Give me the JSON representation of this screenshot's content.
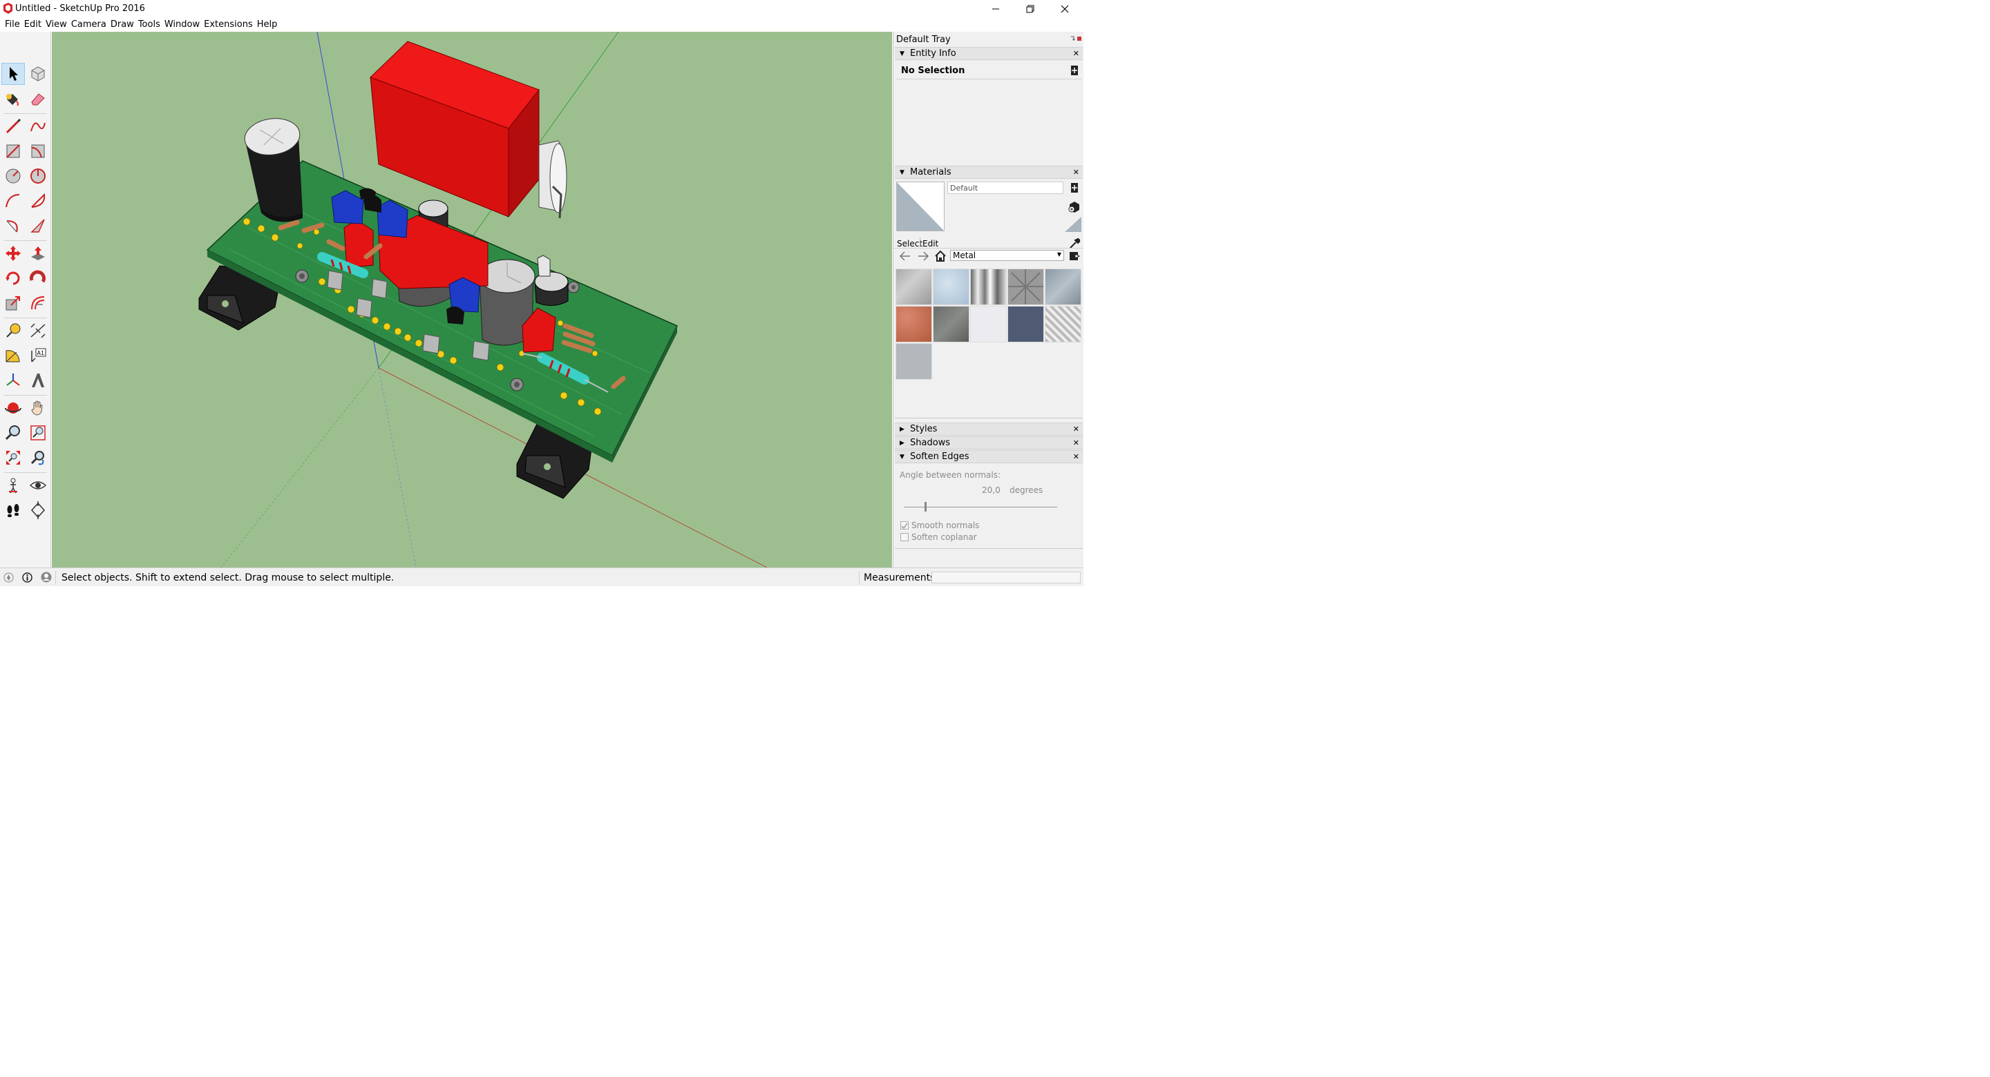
{
  "window": {
    "title": "Untitled - SketchUp Pro 2016"
  },
  "menu": [
    "File",
    "Edit",
    "View",
    "Camera",
    "Draw",
    "Tools",
    "Window",
    "Extensions",
    "Help"
  ],
  "colors": {
    "viewport_bg": "#9dbf8f",
    "pcb_green": "#2e8b46",
    "red_part": "#e11b1b",
    "blue_part": "#1f3cc9",
    "accent_selection": "#cce4f7"
  },
  "tray": {
    "title": "Default Tray",
    "entity_info": {
      "title": "Entity Info",
      "selection": "No Selection"
    },
    "materials": {
      "title": "Materials",
      "name_value": "Default",
      "tab_select": "Select",
      "tab_edit": "Edit",
      "library": "Metal"
    },
    "styles": {
      "title": "Styles"
    },
    "shadows": {
      "title": "Shadows"
    },
    "soften": {
      "title": "Soften Edges",
      "angle_label": "Angle between normals:",
      "angle_value": "20,0",
      "angle_unit": "degrees",
      "smooth_label": "Smooth normals",
      "coplanar_label": "Soften coplanar"
    }
  },
  "status": {
    "hint": "Select objects. Shift to extend select. Drag mouse to select multiple.",
    "measurements_label": "Measurements"
  },
  "tools": [
    "select-icon",
    "component-icon",
    "paint-bucket-icon",
    "eraser-icon",
    "pencil-icon",
    "freehand-icon",
    "rectangle-icon",
    "rotated-rectangle-icon",
    "circle-icon",
    "polygon-icon",
    "arc-icon",
    "pie-icon",
    "two-point-arc-icon",
    "three-point-arc-icon",
    "move-icon",
    "push-pull-icon",
    "rotate-icon",
    "follow-me-icon",
    "scale-icon",
    "offset-icon",
    "tape-measure-icon",
    "dimension-icon",
    "protractor-icon",
    "text-icon",
    "axes-icon",
    "3d-text-icon",
    "orbit-icon",
    "pan-icon",
    "zoom-icon",
    "zoom-window-icon",
    "zoom-extents-icon",
    "previous-view-icon",
    "position-camera-icon",
    "look-around-icon",
    "walk-icon",
    "section-plane-icon"
  ]
}
